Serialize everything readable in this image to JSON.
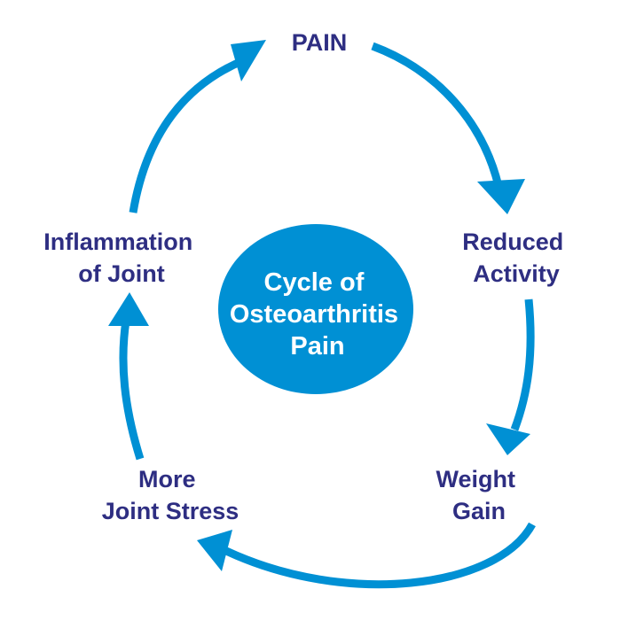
{
  "title": "Cycle of Osteoarthritis Pain",
  "center": {
    "lines": [
      "Cycle of",
      "Osteoarthritis",
      "Pain"
    ]
  },
  "stages": [
    {
      "lines": [
        "PAIN"
      ]
    },
    {
      "lines": [
        "Reduced",
        "Activity"
      ]
    },
    {
      "lines": [
        "Weight",
        "Gain"
      ]
    },
    {
      "lines": [
        "More",
        "Joint Stress"
      ]
    },
    {
      "lines": [
        "Inflammation",
        "of Joint"
      ]
    }
  ],
  "colors": {
    "arrow": "#0090d4",
    "text": "#2e2e82",
    "center_fill": "#0090d4"
  }
}
